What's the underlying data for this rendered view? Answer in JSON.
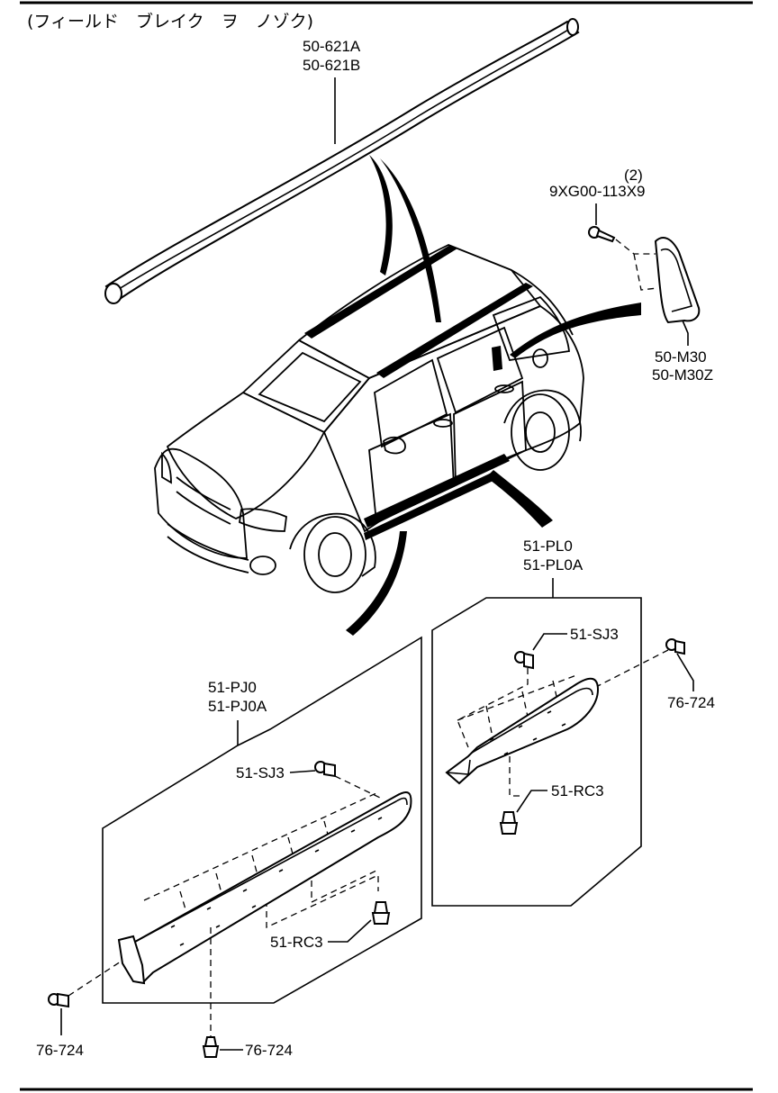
{
  "title": "(フィールド　ブレイク　ヲ　ノゾク)",
  "labels": {
    "roof_rail": [
      "50-621A",
      "50-621B"
    ],
    "screw_qty": "(2)",
    "screw": "9XG00-113X9",
    "quarter_trim": [
      "50-M30",
      "50-M30Z"
    ],
    "rear_sill": [
      "51-PL0",
      "51-PL0A"
    ],
    "front_sill": [
      "51-PJ0",
      "51-PJ0A"
    ],
    "rear_clip_upper": "51-SJ3",
    "rear_fastener_right": "76-724",
    "rear_clip_lower": "51-RC3",
    "front_clip_upper": "51-SJ3",
    "front_clip_lower": "51-RC3",
    "front_fastener_left": "76-724",
    "front_fastener_bottom": "76-724"
  }
}
